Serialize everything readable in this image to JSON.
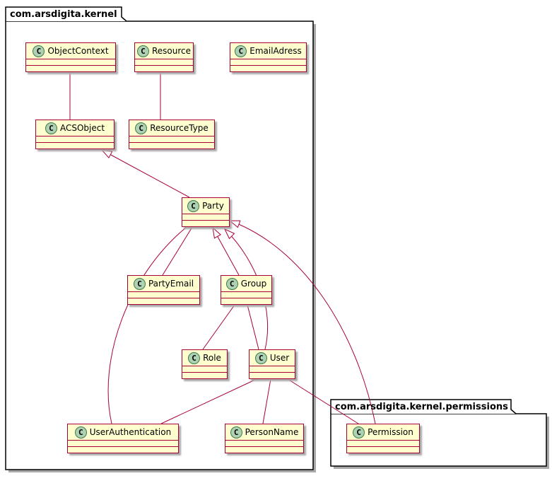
{
  "diagram": {
    "icon_letter": "C",
    "packages": [
      {
        "name": "com.arsdigita.kernel"
      },
      {
        "name": "com.arsdigita.kernel.permissions"
      }
    ],
    "classes": [
      {
        "name": "ObjectContext"
      },
      {
        "name": "Resource"
      },
      {
        "name": "EmailAdress"
      },
      {
        "name": "ACSObject"
      },
      {
        "name": "ResourceType"
      },
      {
        "name": "Party"
      },
      {
        "name": "PartyEmail"
      },
      {
        "name": "Group"
      },
      {
        "name": "Role"
      },
      {
        "name": "User"
      },
      {
        "name": "UserAuthentication"
      },
      {
        "name": "PersonName"
      },
      {
        "name": "Permission"
      }
    ],
    "relationships": [
      {
        "from": "ObjectContext",
        "to": "ACSObject",
        "type": "association"
      },
      {
        "from": "Resource",
        "to": "ResourceType",
        "type": "association"
      },
      {
        "from": "Party",
        "to": "ACSObject",
        "type": "generalization"
      },
      {
        "from": "PartyEmail",
        "to": "Party",
        "type": "association"
      },
      {
        "from": "Group",
        "to": "Party",
        "type": "generalization"
      },
      {
        "from": "User",
        "to": "Party",
        "type": "generalization"
      },
      {
        "from": "Role",
        "to": "Group",
        "type": "association"
      },
      {
        "from": "User",
        "to": "Group",
        "type": "association"
      },
      {
        "from": "UserAuthentication",
        "to": "Party",
        "type": "association"
      },
      {
        "from": "UserAuthentication",
        "to": "User",
        "type": "association"
      },
      {
        "from": "PersonName",
        "to": "User",
        "type": "association"
      },
      {
        "from": "Permission",
        "to": "User",
        "type": "association"
      },
      {
        "from": "Permission",
        "to": "Party",
        "type": "generalization"
      }
    ],
    "colors": {
      "class_fill": "#FEFECE",
      "class_border": "#A80036",
      "icon_fill": "#ADD1B2",
      "package_border": "#000000"
    }
  }
}
